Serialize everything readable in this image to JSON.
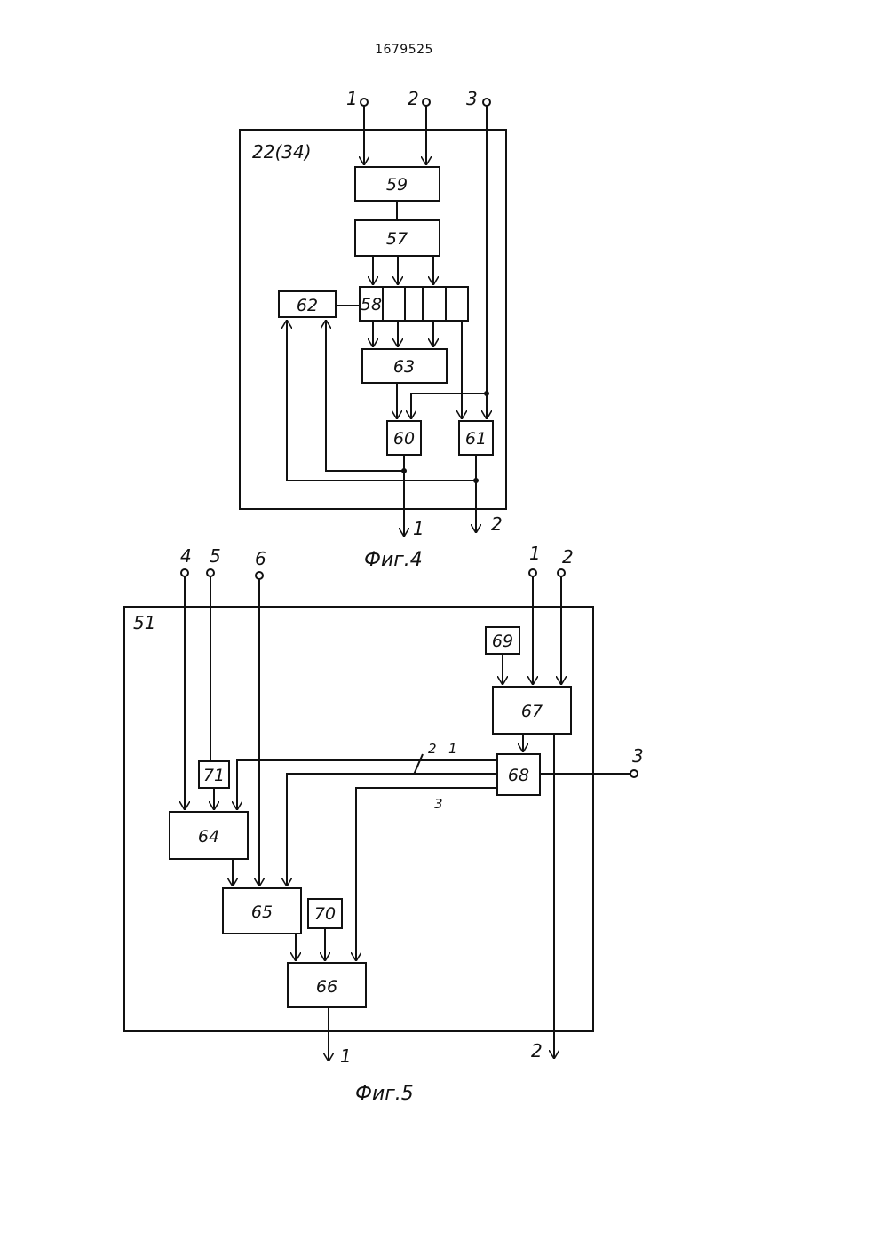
{
  "document_number": "1679525",
  "fig4": {
    "caption": "Фиг.4",
    "unit_label": "22(34)",
    "inputs": [
      "1",
      "2",
      "3"
    ],
    "outputs": [
      "1",
      "2"
    ],
    "blocks": {
      "b59": "59",
      "b57": "57",
      "b58": "58",
      "b62": "62",
      "b63": "63",
      "b60": "60",
      "b61": "61"
    }
  },
  "fig5": {
    "caption": "Фиг.5",
    "unit_label": "51",
    "inputs_left": [
      "4",
      "5",
      "6"
    ],
    "inputs_right": [
      "1",
      "2"
    ],
    "side_terminal": "3",
    "outputs": [
      "1",
      "2"
    ],
    "wire_labels": [
      "2",
      "1",
      "3"
    ],
    "blocks": {
      "b64": "64",
      "b65": "65",
      "b66": "66",
      "b67": "67",
      "b68": "68",
      "b69": "69",
      "b70": "70",
      "b71": "71"
    }
  }
}
